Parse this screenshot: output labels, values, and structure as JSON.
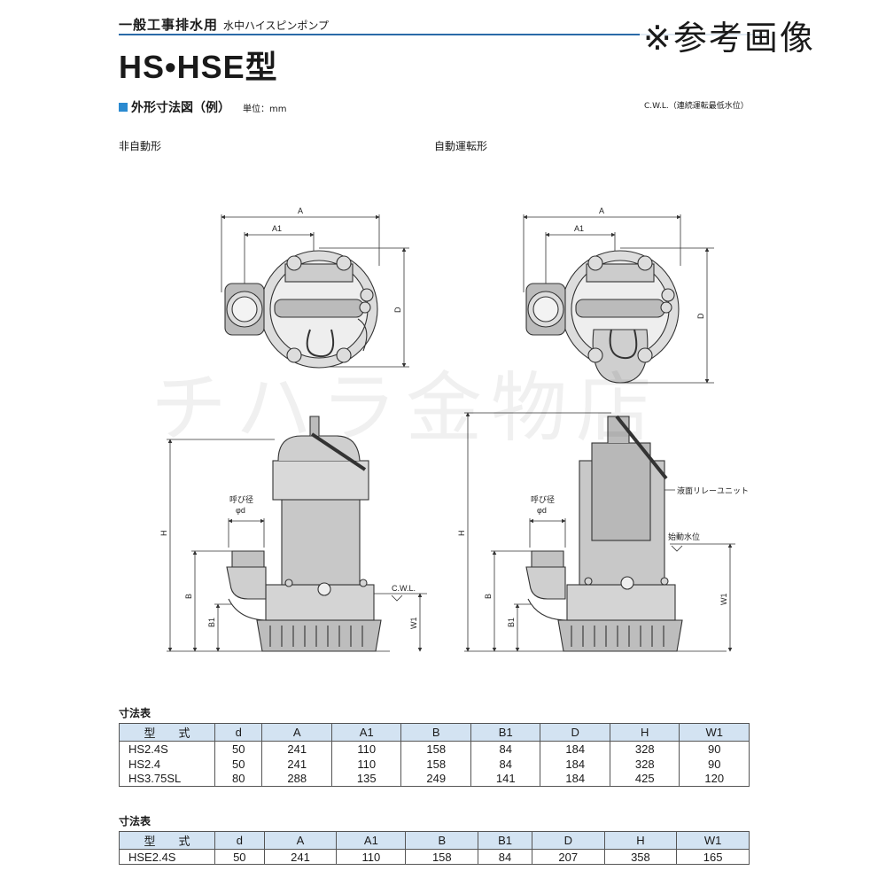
{
  "header": {
    "category": "一般工事排水用",
    "subcategory": "水中ハイスピンポンプ",
    "model_title": "HS•HSE型",
    "ref_stamp": "※参考画像"
  },
  "section": {
    "title": "外形寸法図（例）",
    "unit": "単位：mm",
    "cwl_note": "C.W.L.（連続運転最低水位）"
  },
  "diagram": {
    "manual_label": "非自動形",
    "auto_label": "自動運転形",
    "watermark": "チハラ金物店",
    "labels": {
      "A": "A",
      "A1": "A1",
      "D": "D",
      "H": "H",
      "B": "B",
      "B1": "B1",
      "W1": "W1",
      "bore_1": "呼び径",
      "bore_2": "φd",
      "cwl": "C.W.L.",
      "relay": "液面リレーユニット",
      "start_level": "始動水位"
    }
  },
  "tables": [
    {
      "title": "寸法表",
      "columns": [
        "型　　式",
        "d",
        "A",
        "A1",
        "B",
        "B1",
        "D",
        "H",
        "W1"
      ],
      "rows": [
        [
          "HS2.4S",
          "50",
          "241",
          "110",
          "158",
          "84",
          "184",
          "328",
          "90"
        ],
        [
          "HS2.4",
          "50",
          "241",
          "110",
          "158",
          "84",
          "184",
          "328",
          "90"
        ],
        [
          "HS3.75SL",
          "80",
          "288",
          "135",
          "249",
          "141",
          "184",
          "425",
          "120"
        ]
      ]
    },
    {
      "title": "寸法表",
      "columns": [
        "型　　式",
        "d",
        "A",
        "A1",
        "B",
        "B1",
        "D",
        "H",
        "W1"
      ],
      "rows": [
        [
          "HSE2.4S",
          "50",
          "241",
          "110",
          "158",
          "84",
          "207",
          "358",
          "165"
        ]
      ]
    }
  ]
}
